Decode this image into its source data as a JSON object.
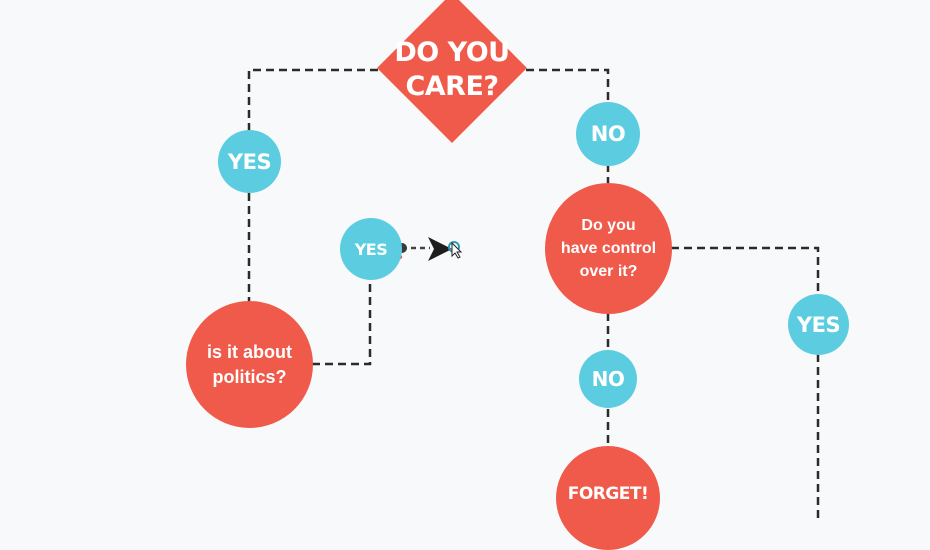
{
  "flowchart": {
    "start": {
      "label_line1": "DO YOU",
      "label_line2": "CARE?"
    },
    "yes_left": {
      "label": "YES"
    },
    "no_top": {
      "label": "NO"
    },
    "politics": {
      "label_line1": "is it about",
      "label_line2": "politics?"
    },
    "yes_politics": {
      "label": "YES"
    },
    "control": {
      "label_line1": "Do you",
      "label_line2": "have control",
      "label_line3": "over it?"
    },
    "yes_right": {
      "label": "YES"
    },
    "no_bottom": {
      "label": "NO"
    },
    "forget": {
      "label": "FORGET!"
    }
  },
  "colors": {
    "question": "#f05a4a",
    "answer": "#5ccde0",
    "connector": "#222222",
    "background": "#f8f9fb"
  }
}
